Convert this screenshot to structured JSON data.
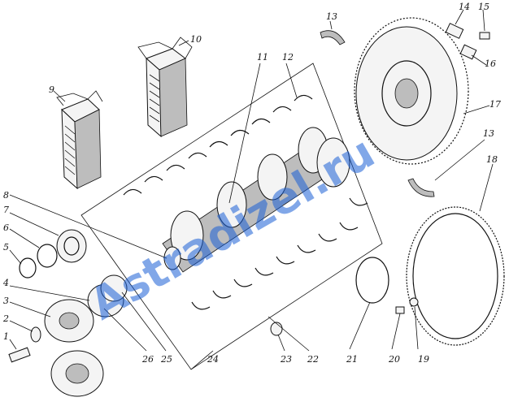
{
  "callouts": [
    {
      "id": "c1",
      "label": "1"
    },
    {
      "id": "c2",
      "label": "2"
    },
    {
      "id": "c3",
      "label": "3"
    },
    {
      "id": "c4",
      "label": "4"
    },
    {
      "id": "c5",
      "label": "5"
    },
    {
      "id": "c6",
      "label": "6"
    },
    {
      "id": "c7",
      "label": "7"
    },
    {
      "id": "c8",
      "label": "8"
    },
    {
      "id": "c9",
      "label": "9"
    },
    {
      "id": "c10",
      "label": "10"
    },
    {
      "id": "c11",
      "label": "11"
    },
    {
      "id": "c12",
      "label": "12"
    },
    {
      "id": "c13a",
      "label": "13"
    },
    {
      "id": "c13b",
      "label": "13"
    },
    {
      "id": "c14",
      "label": "14"
    },
    {
      "id": "c15",
      "label": "15"
    },
    {
      "id": "c16",
      "label": "16"
    },
    {
      "id": "c17",
      "label": "17"
    },
    {
      "id": "c18",
      "label": "18"
    },
    {
      "id": "c19",
      "label": "19"
    },
    {
      "id": "c20",
      "label": "20"
    },
    {
      "id": "c21",
      "label": "21"
    },
    {
      "id": "c22",
      "label": "22"
    },
    {
      "id": "c23",
      "label": "23"
    },
    {
      "id": "c24",
      "label": "24"
    },
    {
      "id": "c25",
      "label": "25"
    },
    {
      "id": "c26",
      "label": "26"
    }
  ],
  "watermark": {
    "text": "Astradizel.ru",
    "color": "#1a5fd6"
  }
}
